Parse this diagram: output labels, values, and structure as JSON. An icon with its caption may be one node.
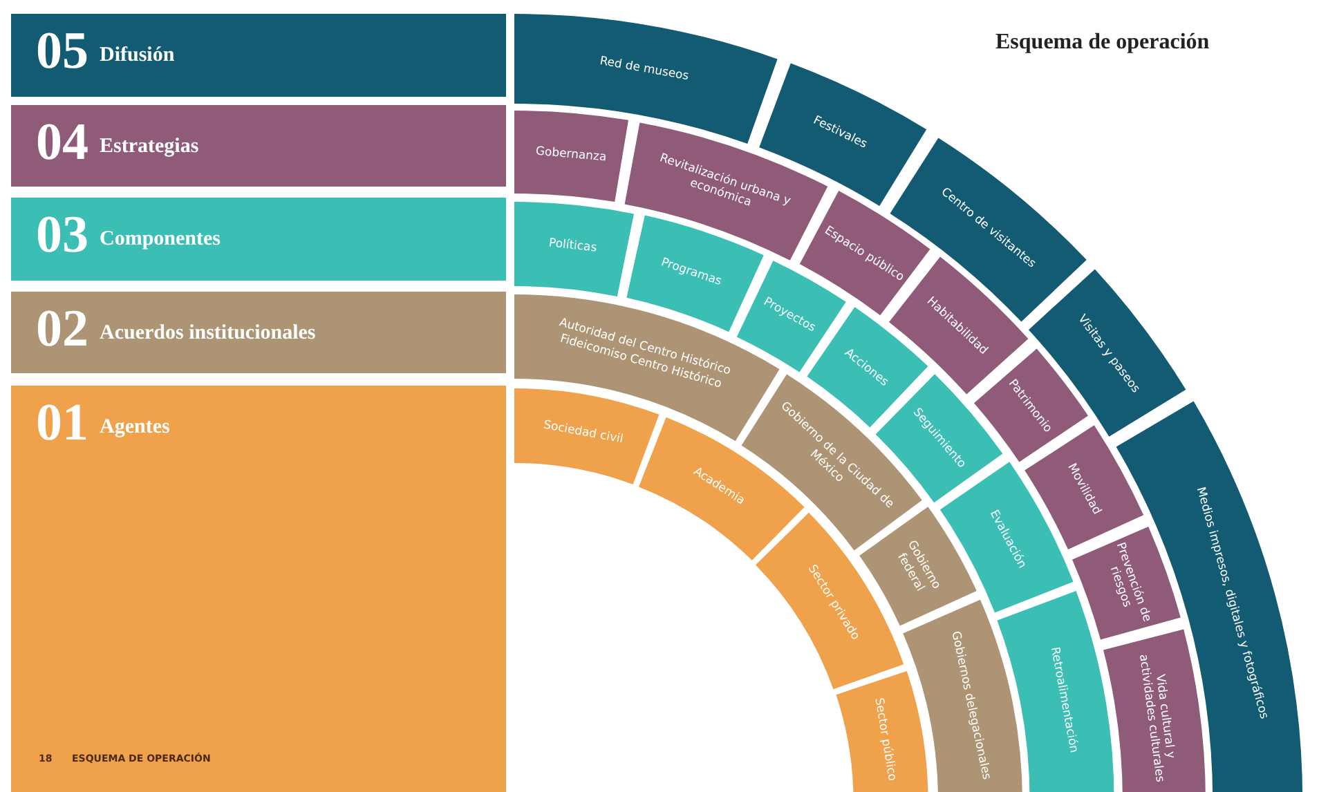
{
  "diagram": {
    "title": "Esquema de operación",
    "nodes": [
      {
        "text": [
          "05",
          "Difusión"
        ]
      },
      {
        "text": [
          "04",
          "Estrategias"
        ]
      },
      {
        "text": [
          "03",
          "Componentes"
        ]
      },
      {
        "text": [
          "02",
          "Acuerdos institucionales"
        ]
      },
      {
        "text": [
          "01",
          "Agentes"
        ]
      },
      {
        "text": [
          "Red de museos"
        ]
      },
      {
        "text": [
          "Festivales"
        ]
      },
      {
        "text": [
          "Centro de visitantes"
        ]
      },
      {
        "text": [
          "Visitas y paseos"
        ]
      },
      {
        "text": [
          "Medios impresos, digitales y fotográficos"
        ]
      },
      {
        "text": [
          "Gobernanza"
        ]
      },
      {
        "text": [
          "Revitalización urbana y económica"
        ]
      },
      {
        "text": [
          "Espacio público"
        ]
      },
      {
        "text": [
          "Habitabilidad"
        ]
      },
      {
        "text": [
          "Patrimonio"
        ]
      },
      {
        "text": [
          "Movilidad"
        ]
      },
      {
        "text": [
          "Prevención de riesgos"
        ]
      },
      {
        "text": [
          "Vida cultural y actividades culturales"
        ]
      },
      {
        "text": [
          "Políticas"
        ]
      },
      {
        "text": [
          "Programas"
        ]
      },
      {
        "text": [
          "Proyectos"
        ]
      },
      {
        "text": [
          "Acciones"
        ]
      },
      {
        "text": [
          "Seguimiento"
        ]
      },
      {
        "text": [
          "Evaluación"
        ]
      },
      {
        "text": [
          "Retroalimentación"
        ]
      },
      {
        "text": [
          "Autoridad del Centro Histórico Fideicomiso Centro Histórico"
        ]
      },
      {
        "text": [
          "Gobierno de la Ciudad de México"
        ]
      },
      {
        "text": [
          "Gobierno federal"
        ]
      },
      {
        "text": [
          "Gobiernos delegacionales"
        ]
      },
      {
        "text": [
          "Sociedad civil"
        ]
      },
      {
        "text": [
          "Academia"
        ]
      },
      {
        "text": [
          "Sector privado"
        ]
      },
      {
        "text": [
          "Sector público"
        ]
      }
    ],
    "edges": [],
    "labels": [
      "18",
      "ESQUEMA DE OPERACIÓN"
    ]
  }
}
